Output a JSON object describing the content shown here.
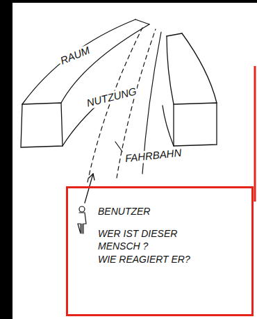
{
  "diagram": {
    "nodes": [
      {
        "text": [
          "BENUTZER",
          "WER IST DIESER MENSCH ?",
          "WIE REAGIERT ER?"
        ]
      }
    ],
    "labels": [
      "RAUM",
      "NUTZUNG",
      "FAHRBAHN"
    ]
  }
}
